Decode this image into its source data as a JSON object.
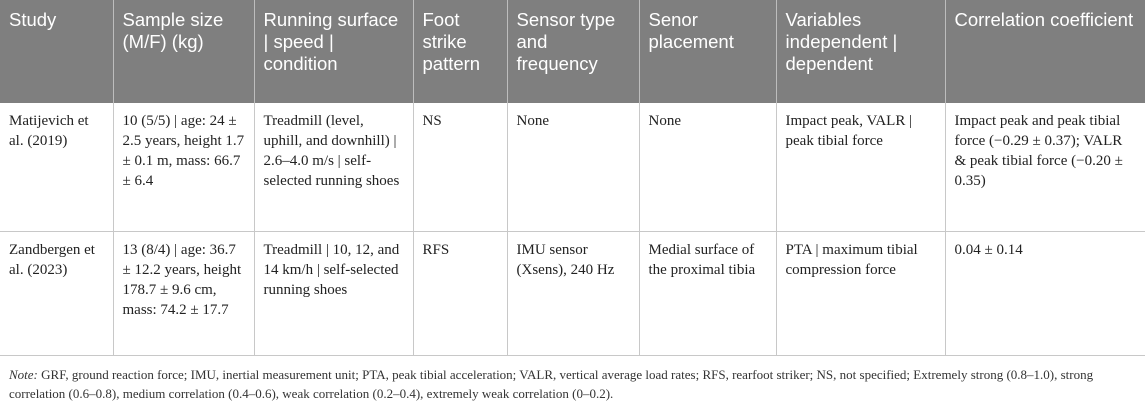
{
  "table": {
    "headers": [
      "Study",
      "Sample size (M/F) (kg)",
      "Running surface | speed | condition",
      "Foot strike pattern",
      "Sensor type and frequency",
      "Senor placement",
      "Variables independent | dependent",
      "Correlation coefficient"
    ],
    "rows": [
      [
        "Matijevich et al. (2019)",
        "10 (5/5) | age: 24 ± 2.5 years, height 1.7 ± 0.1 m, mass: 66.7 ± 6.4",
        "Treadmill (level, uphill, and downhill) | 2.6–4.0 m/s | self-selected running shoes",
        "NS",
        "None",
        "None",
        "Impact peak, VALR | peak tibial force",
        "Impact peak and peak tibial force (−0.29 ± 0.37); VALR & peak tibial force (−0.20 ± 0.35)"
      ],
      [
        "Zandbergen et al. (2023)",
        "13 (8/4) | age: 36.7 ± 12.2 years, height 178.7 ± 9.6 cm, mass: 74.2 ± 17.7",
        "Treadmill | 10, 12, and 14 km/h | self-selected running shoes",
        "RFS",
        "IMU sensor (Xsens), 240 Hz",
        "Medial surface of the proximal tibia",
        "PTA | maximum tibial compression force",
        "0.04 ± 0.14"
      ]
    ]
  },
  "note": {
    "label": "Note:",
    "text": " GRF, ground reaction force; IMU, inertial measurement unit; PTA, peak tibial acceleration; VALR, vertical average load rates; RFS, rearfoot striker; NS, not specified; Extremely strong (0.8–1.0), strong correlation (0.6–0.8), medium correlation (0.4–0.6), weak correlation (0.2–0.4), extremely weak correlation (0–0.2)."
  }
}
